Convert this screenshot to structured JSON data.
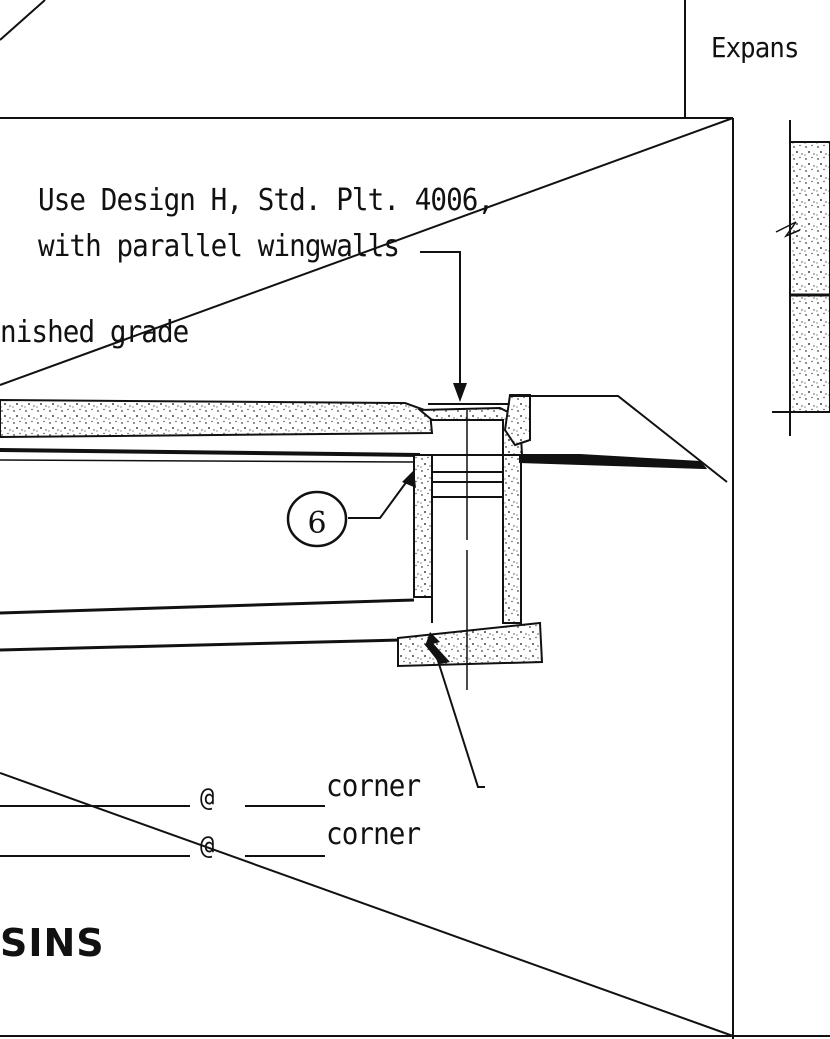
{
  "drawing": {
    "note": {
      "line1": "Use Design H, Std. Plt. 4006,",
      "line2": "with parallel wingwalls"
    },
    "grade_label": "nished grade",
    "expansion_label": "Expans",
    "callout_number": "6",
    "schedule": {
      "rows": [
        {
          "symbol": "@",
          "label": "corner"
        },
        {
          "symbol": "@",
          "label": "corner"
        }
      ]
    },
    "title": "SINS",
    "colors": {
      "ink": "#111111",
      "paper": "#ffffff",
      "stipple": "#444444"
    }
  }
}
